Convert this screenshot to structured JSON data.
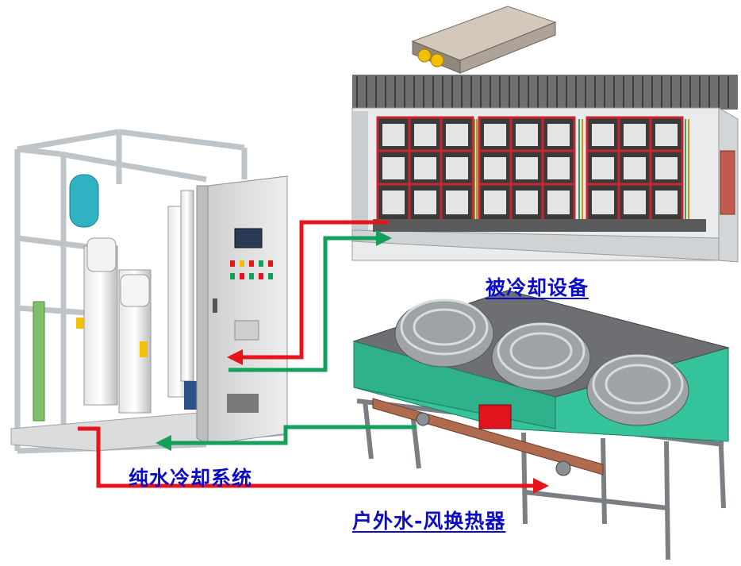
{
  "labels": {
    "cooled_equipment": "被冷却设备",
    "pure_water_system": "纯水冷却系统",
    "heat_exchanger": "户外水-风换热器"
  },
  "colors": {
    "hot_pipe": "#e8141c",
    "cold_pipe": "#13a05a",
    "label_text": "#0c0cc8",
    "cabinet": "#d9d9d9",
    "frame": "#cfd3d6",
    "container_red": "#c8262c",
    "fan_housing": "#34c39a",
    "fan_grey": "#9ea3a6",
    "pressure_tank": "#2fb3c2"
  },
  "icons": {
    "pure_water_unit": "pure-water-skid-icon",
    "container": "battery-container-icon",
    "pack": "battery-pack-icon",
    "dry_cooler": "dry-cooler-fan-icon"
  }
}
